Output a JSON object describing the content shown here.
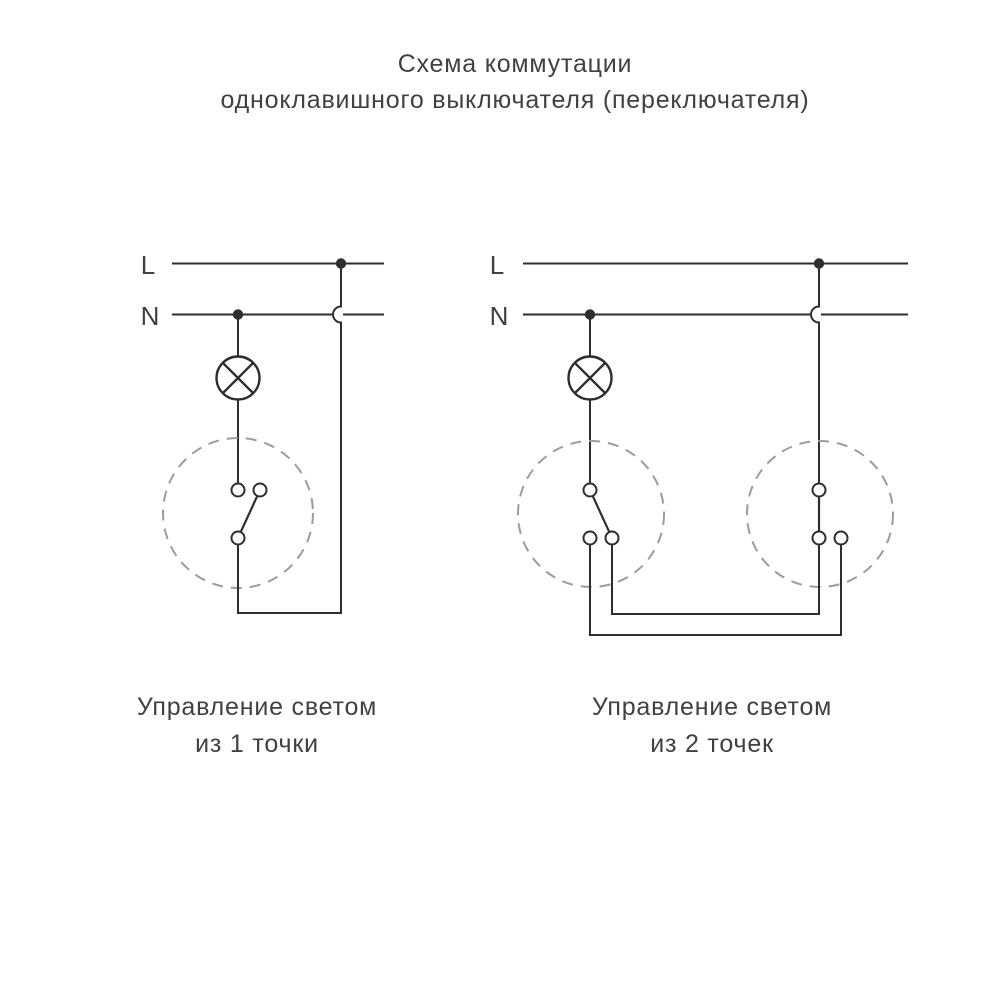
{
  "title": {
    "line1": "Схема коммутации",
    "line2": "одноклавишного выключателя (переключателя)"
  },
  "diagrams": [
    {
      "labels": {
        "live": "L",
        "neutral": "N"
      },
      "caption": {
        "line1": "Управление светом",
        "line2": "из 1 точки"
      },
      "components": [
        "live-bus",
        "neutral-bus",
        "junction-dots",
        "wire-hop",
        "lamp-icon",
        "switch-icon",
        "switch-boundary-circle"
      ]
    },
    {
      "labels": {
        "live": "L",
        "neutral": "N"
      },
      "caption": {
        "line1": "Управление светом",
        "line2": "из 2 точек"
      },
      "components": [
        "live-bus",
        "neutral-bus",
        "junction-dots",
        "wire-hop",
        "lamp-icon",
        "changeover-switch-icon-1",
        "changeover-switch-icon-2",
        "switch-boundary-circles",
        "traveller-wires"
      ]
    }
  ],
  "colors": {
    "wire": "#2e2e2e",
    "dashed": "#9c9c9c",
    "text": "#414141",
    "background": "#ffffff"
  }
}
